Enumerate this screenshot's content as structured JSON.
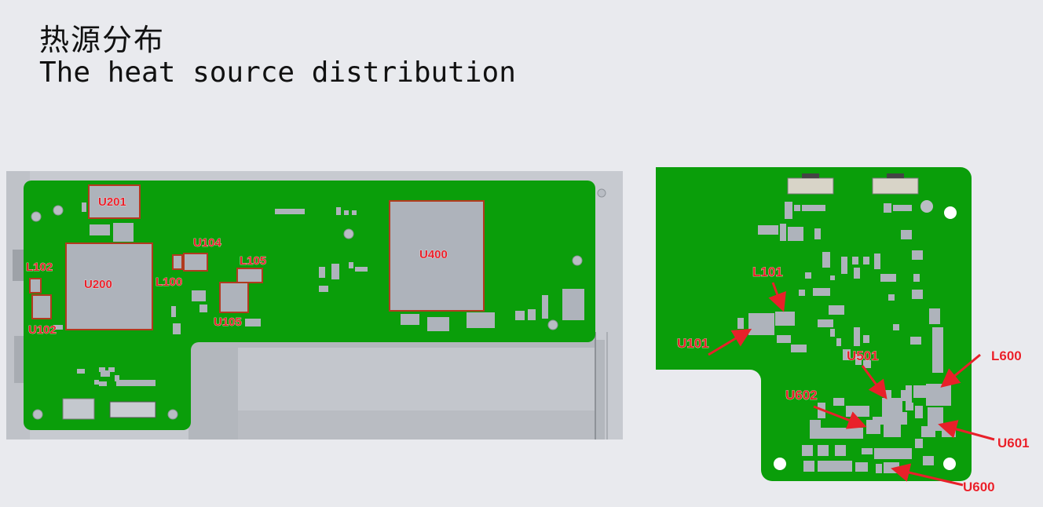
{
  "title": {
    "cn": "热源分布",
    "en": "The heat source distribution"
  },
  "left_board": {
    "labels": {
      "U201": "U201",
      "U104": "U104",
      "L102": "L102",
      "U200": "U200",
      "L100": "L100",
      "L105": "L105",
      "U400": "U400",
      "U102": "U102",
      "U105": "U105"
    }
  },
  "right_board": {
    "labels": {
      "L101": "L101",
      "U101": "U101",
      "U501": "U501",
      "L600": "L600",
      "U602": "U602",
      "U601": "U601",
      "U600": "U600"
    }
  },
  "colors": {
    "pcb_green": "#0a9e0a",
    "component_gray": "#aeb3bb",
    "label_red": "#e8202a",
    "outline_red": "#b23a1e",
    "background": "#e9eaee"
  }
}
